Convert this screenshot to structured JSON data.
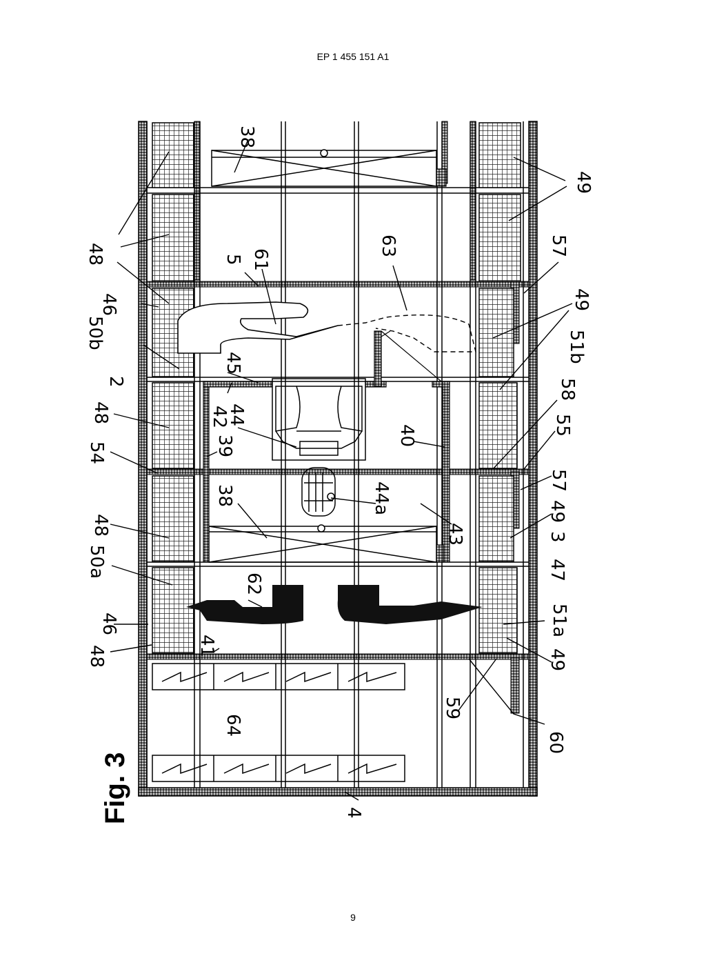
{
  "header": {
    "doc_number": "EP 1 455 151 A1"
  },
  "figure": {
    "label": "Fig. 3"
  },
  "reference_numerals": {
    "n38a": "38",
    "n49a": "49",
    "n48a": "48",
    "n5": "5",
    "n61": "61",
    "n63": "63",
    "n57a": "57",
    "n46a": "46",
    "n49b": "49",
    "n50b": "50b",
    "n51b": "51b",
    "n2": "2",
    "n45": "45",
    "n42": "42",
    "n44": "44",
    "n58": "58",
    "n48b": "48",
    "n39": "39",
    "n40": "40",
    "n55": "55",
    "n54": "54",
    "n57b": "57",
    "n38b": "38",
    "n44a": "44a",
    "n49c": "49",
    "n48c": "48",
    "n43": "43",
    "n3": "3",
    "n50a": "50a",
    "n47": "47",
    "n62": "62",
    "n46b": "46",
    "n51a": "51a",
    "n48d": "48",
    "n41": "41",
    "n49d": "49",
    "n59": "59",
    "n64": "64",
    "n60": "60",
    "n4": "4"
  },
  "footer": {
    "page_number": "9"
  }
}
